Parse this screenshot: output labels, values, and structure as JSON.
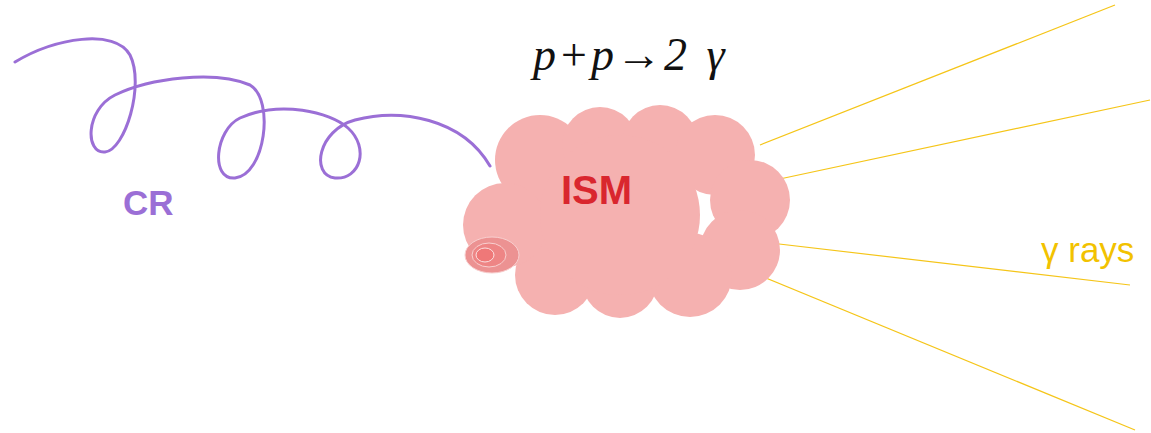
{
  "diagram": {
    "title": "p+p→2 γ",
    "nodes": [
      {
        "text": [
          "ISM"
        ]
      }
    ],
    "labels": [
      "CR",
      "γ rays"
    ]
  }
}
